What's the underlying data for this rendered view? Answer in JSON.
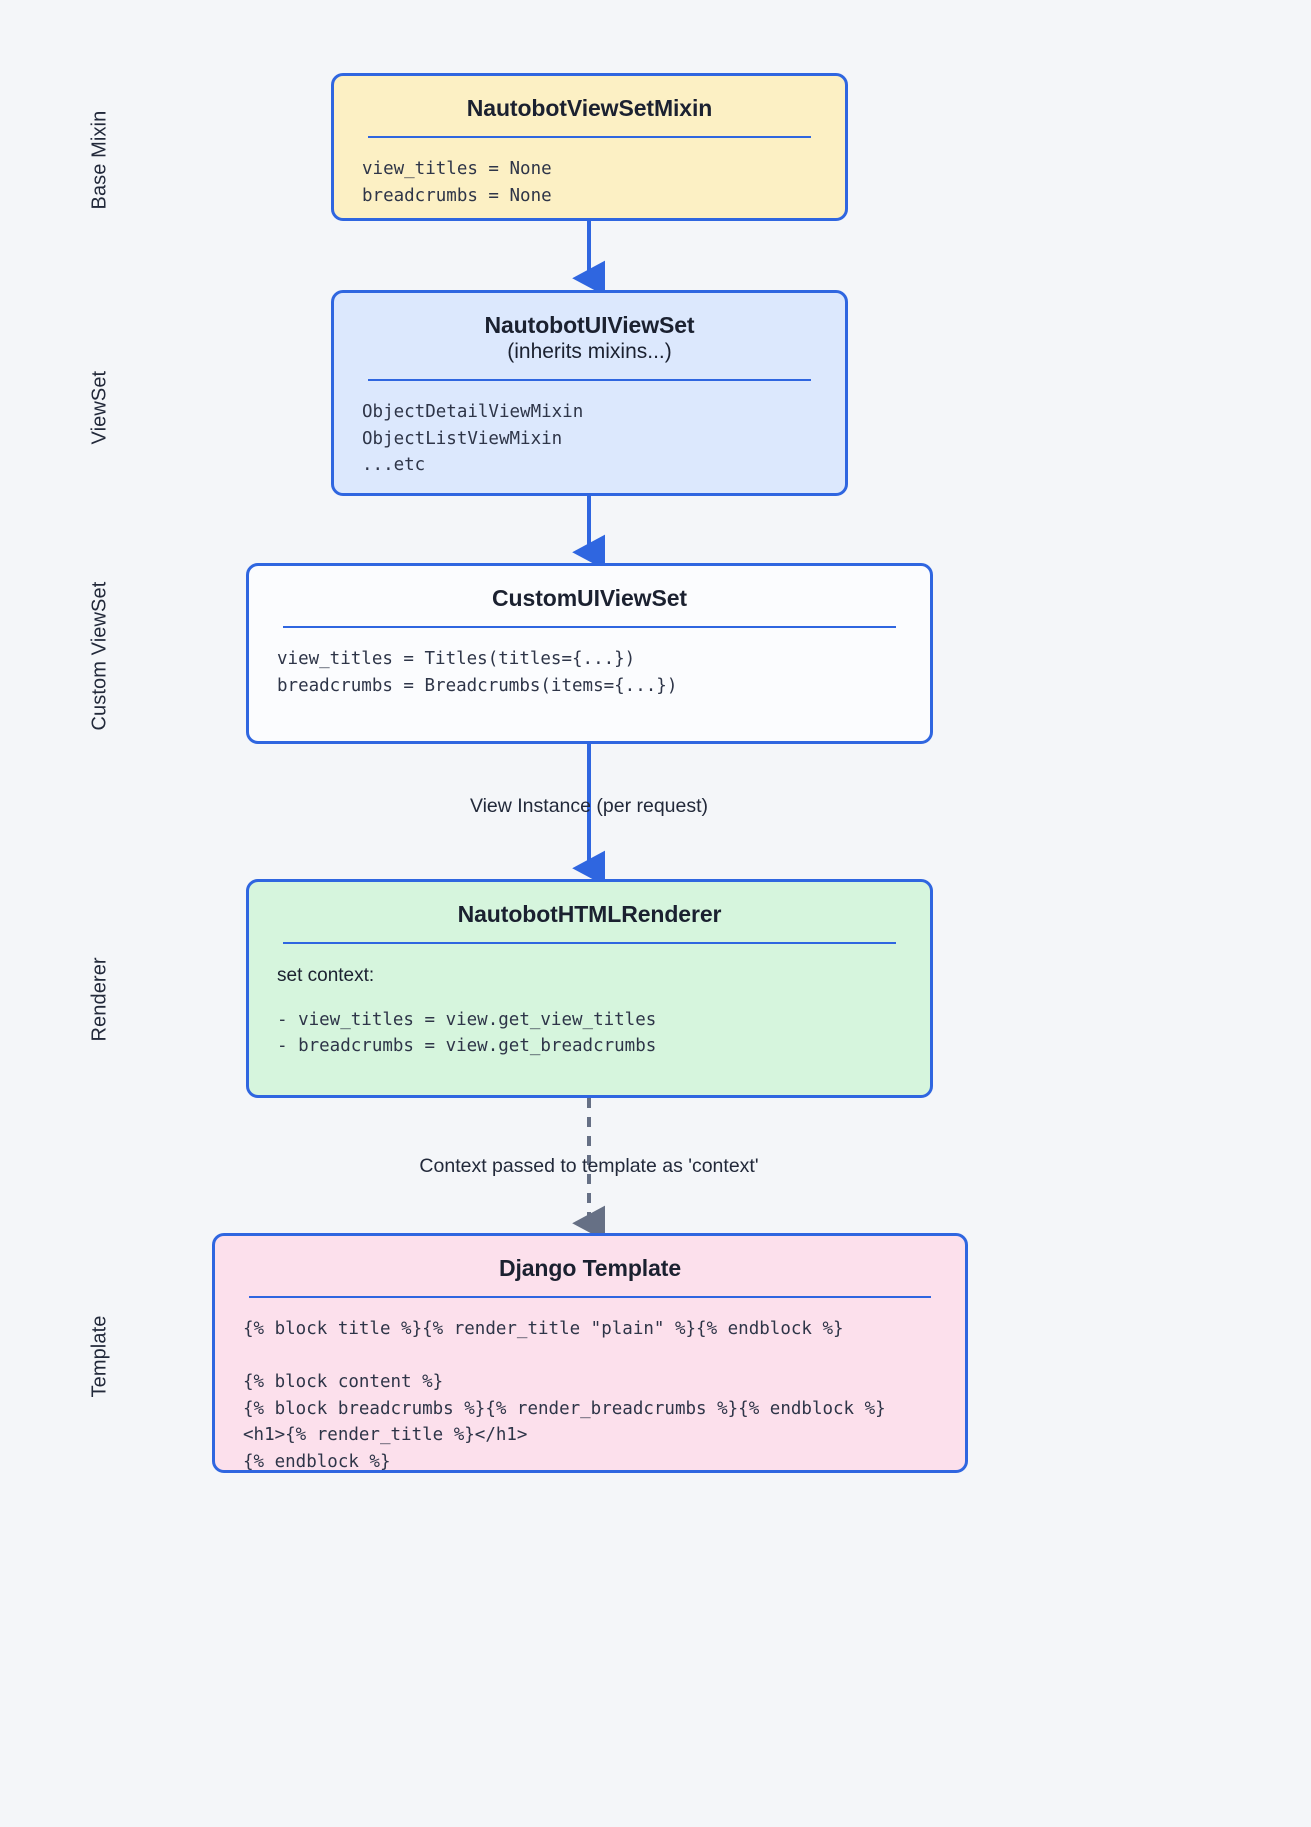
{
  "diagram": {
    "title": "Nautobot UI ViewSet rendering flow",
    "background_color": "#f4f6f9",
    "accent_color": "#2f66e0",
    "dashed_color": "#667085"
  },
  "lanes": [
    {
      "label": "Base Mixin"
    },
    {
      "label": "ViewSet"
    },
    {
      "label": "Custom ViewSet"
    },
    {
      "label": "Renderer"
    },
    {
      "label": "Template"
    }
  ],
  "nodes": [
    {
      "id": "nautobot-viewset-mixin",
      "title": "NautobotViewSetMixin",
      "subtitle": "",
      "fill": "#fcf0c4",
      "code_lines": [
        "view_titles = None",
        "breadcrumbs = None"
      ]
    },
    {
      "id": "nautobot-ui-viewset",
      "title": "NautobotUIViewSet",
      "subtitle": "(inherits mixins...)",
      "fill": "#dce8fd",
      "code_lines": [
        "ObjectDetailViewMixin",
        "ObjectListViewMixin",
        "...etc"
      ]
    },
    {
      "id": "custom-ui-viewset",
      "title": "CustomUIViewSet",
      "subtitle": "",
      "fill": "#fbfcfe",
      "code_lines": [
        "view_titles = Titles(titles={...})",
        "breadcrumbs = Breadcrumbs(items={...})"
      ]
    },
    {
      "id": "nautobot-html-renderer",
      "title": "NautobotHTMLRenderer",
      "subtitle": "",
      "fill": "#d6f5dd",
      "plain_line": "set context:",
      "code_lines": [
        "- view_titles = view.get_view_titles",
        "- breadcrumbs = view.get_breadcrumbs"
      ]
    },
    {
      "id": "django-template",
      "title": "Django Template",
      "subtitle": "",
      "fill": "#fce0ec",
      "code_lines": [
        "{% block title %}{% render_title \"plain\" %}{% endblock %}",
        "",
        "{% block content %}",
        "{% block breadcrumbs %}{% render_breadcrumbs %}{% endblock %}",
        "<h1>{% render_title %}</h1>",
        "{% endblock %}"
      ]
    }
  ],
  "edges": [
    {
      "id": "mixin-to-viewset",
      "label": "",
      "style": "solid"
    },
    {
      "id": "viewset-to-custom",
      "label": "",
      "style": "solid"
    },
    {
      "id": "custom-to-renderer",
      "label": "View Instance (per request)",
      "style": "solid"
    },
    {
      "id": "renderer-to-template",
      "label": "Context passed to template as 'context'",
      "style": "dashed"
    }
  ]
}
